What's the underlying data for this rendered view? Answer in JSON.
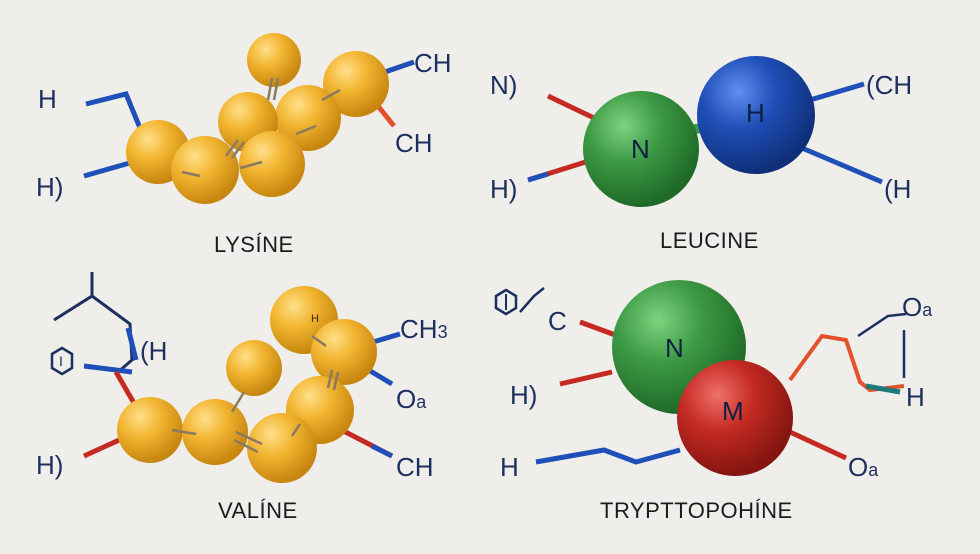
{
  "colors": {
    "background": "#efeeeb",
    "carbon": "#f0b429",
    "nitrogen_green": "#3d9a45",
    "nitrogen_blue": "#1f4fb8",
    "oxygen_red": "#c42a22",
    "bond_blue": "#1f4fb8",
    "bond_red": "#c42a22",
    "text": "#1c2f5e"
  },
  "molecules": {
    "lysine": {
      "name": "LYSÍNE",
      "labels": {
        "h_top": "H",
        "h_bottom": "H)",
        "ch_top": "CH",
        "ch_right": "CH"
      }
    },
    "leucine": {
      "name": "LEUCINE",
      "labels": {
        "n_left": "N)",
        "h_left": "H)",
        "ch_right": "(CH",
        "h_right": "(H",
        "atom_green": "N",
        "atom_blue": "H"
      }
    },
    "valine": {
      "name": "VALÍNE",
      "labels": {
        "hex_atom": "I",
        "h_top": "(H",
        "ch3": "CH",
        "ch3_sub": "3",
        "o2": "O",
        "o2_sub": "a",
        "ch_bottom": "CH",
        "h_bottom": "H)",
        "small_h": "H"
      }
    },
    "tryptophan": {
      "name": "TRYPTTOPOHÍNE",
      "labels": {
        "c_left": "C",
        "h_left": "H)",
        "h_bottom": "H",
        "o_top": "O",
        "o_top_sub": "a",
        "h_right": "H",
        "o_bottom": "O",
        "o_bottom_sub": "a",
        "atom_green": "N",
        "atom_red": "M"
      }
    }
  }
}
